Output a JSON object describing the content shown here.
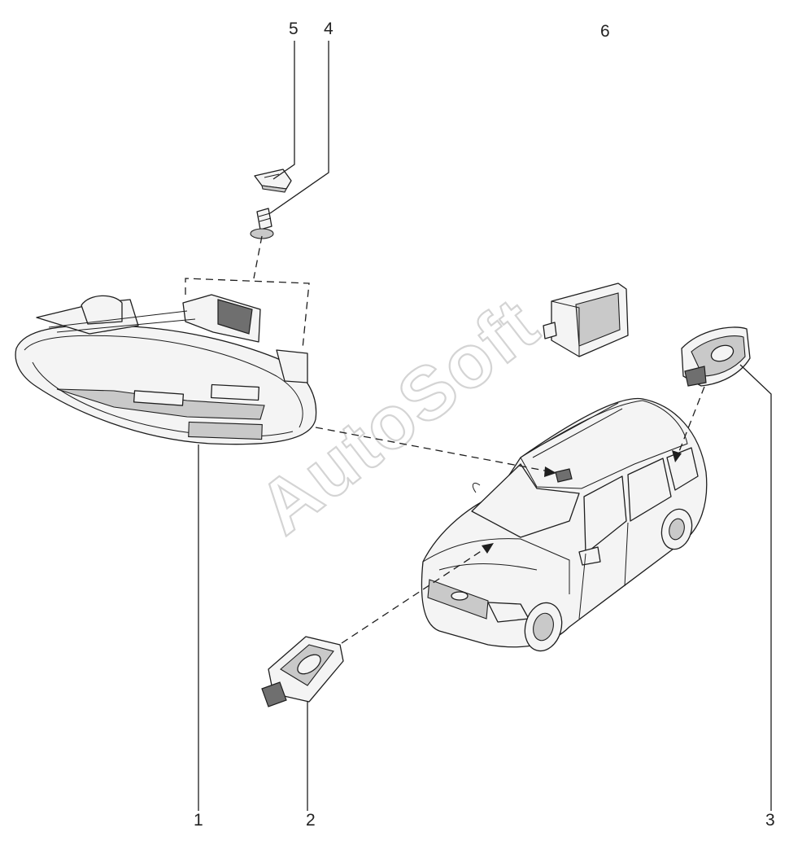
{
  "callouts": {
    "c1": "1",
    "c2": "2",
    "c3": "3",
    "c4": "4",
    "c5": "5",
    "c6": "6"
  },
  "watermark": "AutoSoft",
  "colors": {
    "line": "#1e1e1e",
    "watermark": "#d4d4d4",
    "background": "#ffffff"
  }
}
